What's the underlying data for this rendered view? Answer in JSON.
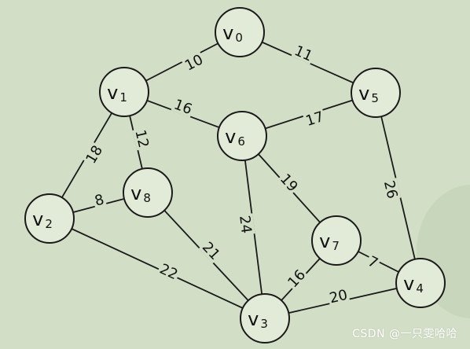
{
  "graph": {
    "nodes": [
      {
        "id": "v0",
        "main": "v",
        "sub": "0"
      },
      {
        "id": "v1",
        "main": "v",
        "sub": "1"
      },
      {
        "id": "v2",
        "main": "v",
        "sub": "2"
      },
      {
        "id": "v3",
        "main": "v",
        "sub": "3"
      },
      {
        "id": "v4",
        "main": "v",
        "sub": "4"
      },
      {
        "id": "v5",
        "main": "v",
        "sub": "5"
      },
      {
        "id": "v6",
        "main": "v",
        "sub": "6"
      },
      {
        "id": "v7",
        "main": "v",
        "sub": "7"
      },
      {
        "id": "v8",
        "main": "v",
        "sub": "8"
      }
    ],
    "edges": [
      {
        "from": "v0",
        "to": "v1",
        "weight": "10"
      },
      {
        "from": "v0",
        "to": "v5",
        "weight": "11"
      },
      {
        "from": "v1",
        "to": "v6",
        "weight": "16"
      },
      {
        "from": "v5",
        "to": "v6",
        "weight": "17"
      },
      {
        "from": "v1",
        "to": "v2",
        "weight": "18"
      },
      {
        "from": "v1",
        "to": "v8",
        "weight": "12"
      },
      {
        "from": "v2",
        "to": "v8",
        "weight": "8"
      },
      {
        "from": "v2",
        "to": "v3",
        "weight": "22"
      },
      {
        "from": "v8",
        "to": "v3",
        "weight": "21"
      },
      {
        "from": "v6",
        "to": "v3",
        "weight": "24"
      },
      {
        "from": "v6",
        "to": "v7",
        "weight": "19"
      },
      {
        "from": "v5",
        "to": "v4",
        "weight": "26"
      },
      {
        "from": "v7",
        "to": "v4",
        "weight": "7"
      },
      {
        "from": "v3",
        "to": "v7",
        "weight": "16"
      },
      {
        "from": "v3",
        "to": "v4",
        "weight": "20"
      }
    ]
  },
  "watermark": "CSDN @一只雯哈哈"
}
